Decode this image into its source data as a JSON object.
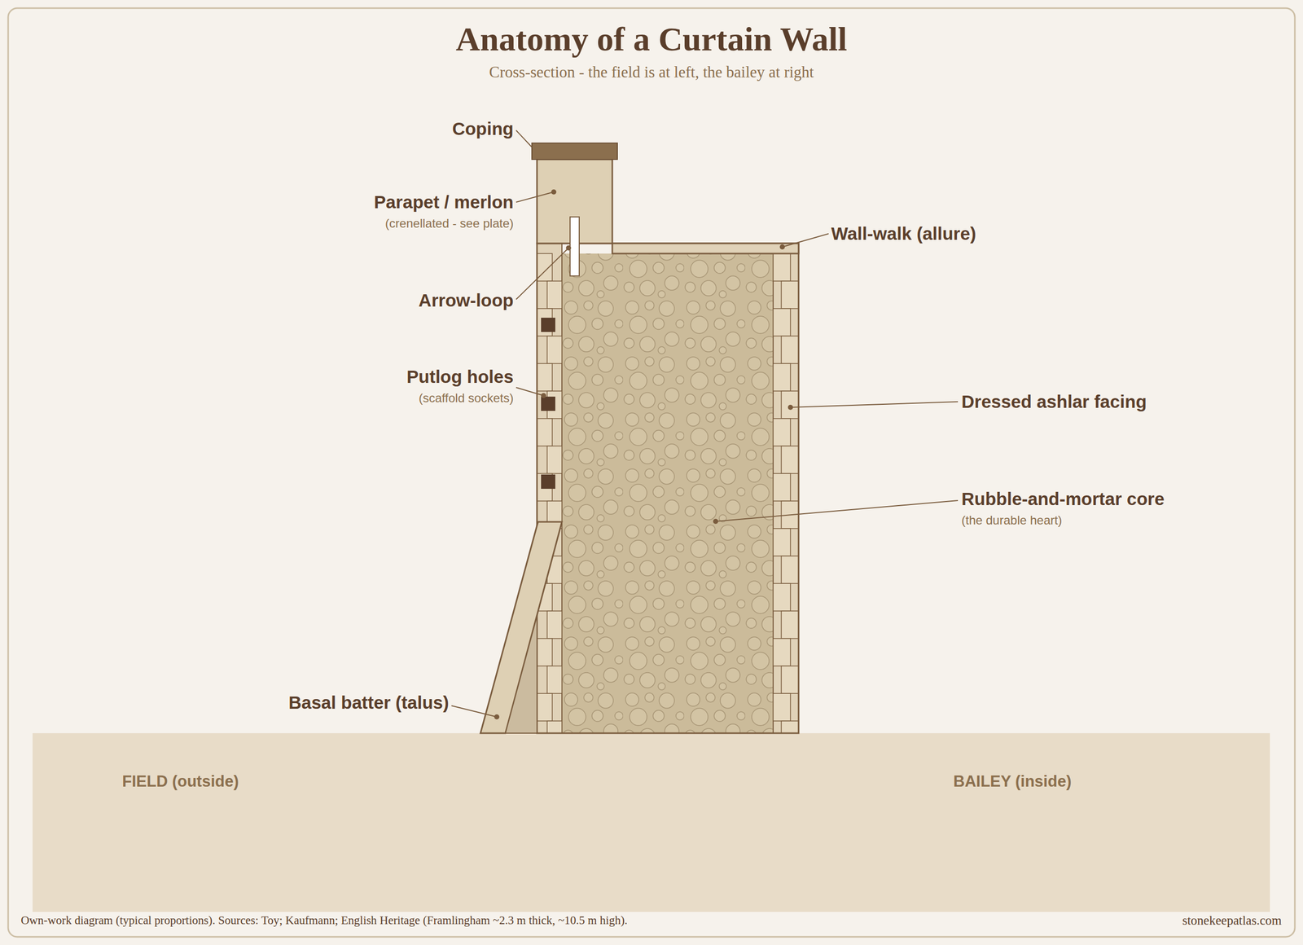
{
  "diagram": {
    "title": "Anatomy of a Curtain Wall",
    "nodes": [
      {
        "text": [
          "FIELD (outside)",
          "BAILEY (inside)"
        ]
      }
    ],
    "labels": [
      "Cross-section - the field is at left, the bailey at right",
      "Coping",
      "Parapet / merlon",
      "(crenellated - see plate)",
      "Arrow-loop",
      "Putlog holes",
      "(scaffold sockets)",
      "Wall-walk (allure)",
      "Dressed ashlar facing",
      "Rubble-and-mortar core",
      "(the durable heart)",
      "Basal batter (talus)",
      "Own-work diagram (typical proportions). Sources: Toy; Kaufmann; English Heritage (Framlingham ~2.3 m thick, ~10.5 m high).",
      "stonekeepatlas.com"
    ]
  }
}
